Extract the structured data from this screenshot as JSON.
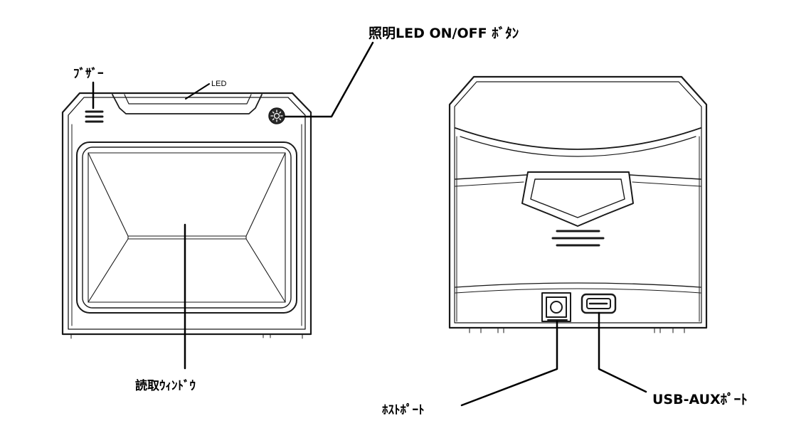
{
  "labels": {
    "illumination_button": "照明LED ON/OFF ﾎﾞﾀﾝ",
    "buzzer": "ﾌﾞｻﾞｰ",
    "led": "LED",
    "scan_window": "読取ｳｨﾝﾄﾞｳ",
    "host_port": "ﾎｽﾄﾎﾟｰﾄ",
    "usb_aux": "USB-AUXﾎﾟｰﾄ"
  },
  "colors": {
    "line": "#1a1a1a",
    "background": "#ffffff"
  }
}
